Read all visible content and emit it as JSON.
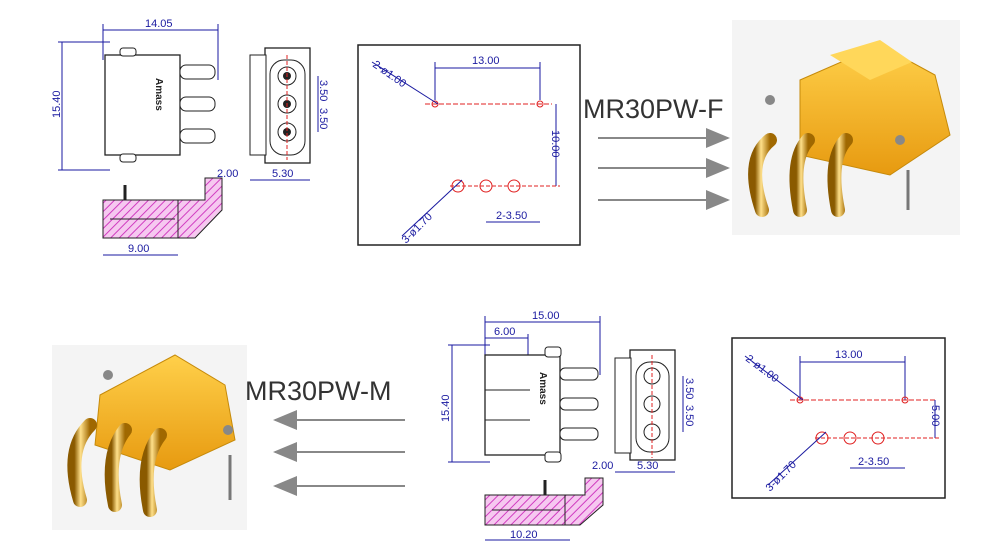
{
  "top": {
    "part_label": "MR30PW-F",
    "side_view": {
      "width": "14.05",
      "height": "15.40",
      "brand": "Amass"
    },
    "end_view": {
      "pitch_a": "3.50",
      "pitch_b": "3.50",
      "offset": "2.00",
      "width": "5.30"
    },
    "section_view": {
      "length": "9.00"
    },
    "footprint": {
      "pad_spacing": "13.00",
      "row_gap": "10.00",
      "small_hole": "2-ø1.00",
      "big_hole": "3-ø1.70",
      "hole_pitch": "2-3.50"
    }
  },
  "bottom": {
    "part_label": "MR30PW-M",
    "side_view": {
      "width": "15.00",
      "inner": "6.00",
      "height": "15.40",
      "brand": "Amass"
    },
    "end_view": {
      "pitch_a": "3.50",
      "pitch_b": "3.50",
      "offset": "2.00",
      "width": "5.30"
    },
    "section_view": {
      "length": "10.20"
    },
    "footprint": {
      "pad_spacing": "13.00",
      "row_gap": "5.00",
      "small_hole": "2-ø1.00",
      "big_hole": "3-ø1.70",
      "hole_pitch": "2-3.50"
    }
  },
  "colors": {
    "dimension": "#1a1aa0",
    "body": "#f2b422",
    "pin": "#d4a017",
    "section": "#e45fd6",
    "centerline": "#e02020",
    "arrow": "#888888"
  }
}
